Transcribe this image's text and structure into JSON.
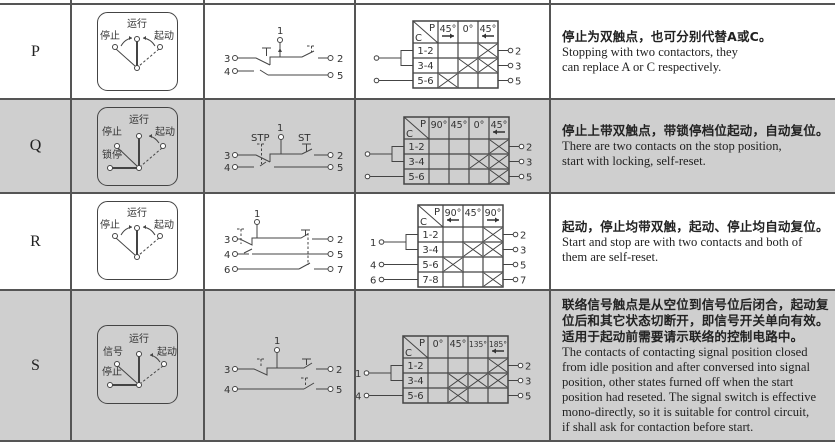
{
  "rows": [
    {
      "code": "P",
      "positions": {
        "top": "运行",
        "left": "停止",
        "right": "起动"
      },
      "circuit": {
        "t1": "1",
        "t2": "2",
        "t3": "3",
        "t4": "4",
        "t5": "5"
      },
      "contacts": {
        "corner_p": "P",
        "corner_c": "C",
        "columns": [
          {
            "label": "45°",
            "arrow": "right"
          },
          {
            "label": "0°",
            "arrow": ""
          },
          {
            "label": "45°",
            "arrow": "left"
          }
        ],
        "rows": [
          {
            "label": "1-2",
            "marks": [
              0,
              0,
              1
            ],
            "right": "2"
          },
          {
            "label": "3-4",
            "marks": [
              0,
              1,
              1
            ],
            "right": "3"
          },
          {
            "label": "5-6",
            "marks": [
              1,
              0,
              0
            ],
            "right": "5",
            "left": ""
          }
        ],
        "bracket_label": ""
      },
      "desc_cn": "停止为双触点，也可分别代替A或C。",
      "desc_en": [
        "Stopping with two contactors, they",
        "can replace A or C respectively."
      ]
    },
    {
      "code": "Q",
      "positions": {
        "top": "运行",
        "left": "停止",
        "right": "起动",
        "far_left": "锁停"
      },
      "circuit": {
        "t1": "1",
        "t2": "2",
        "t3": "3",
        "t4": "4",
        "t5": "5",
        "stp": "STP",
        "st": "ST"
      },
      "contacts": {
        "corner_p": "P",
        "corner_c": "C",
        "columns": [
          {
            "label": "90°",
            "arrow": ""
          },
          {
            "label": "45°",
            "arrow": ""
          },
          {
            "label": "0°",
            "arrow": ""
          },
          {
            "label": "45°",
            "arrow": "left"
          }
        ],
        "rows": [
          {
            "label": "1-2",
            "marks": [
              0,
              0,
              0,
              1
            ],
            "right": "2"
          },
          {
            "label": "3-4",
            "marks": [
              0,
              0,
              1,
              1
            ],
            "right": "3"
          },
          {
            "label": "5-6",
            "marks": [
              0,
              0,
              0,
              1
            ],
            "right": "5",
            "left": ""
          }
        ],
        "bracket_label": ""
      },
      "desc_cn": "停止上带双触点，带锁停档位起动，自动复位。",
      "desc_en": [
        "There are two contacts on the stop position,",
        "start with locking, self-reset."
      ]
    },
    {
      "code": "R",
      "positions": {
        "top": "运行",
        "left": "停止",
        "right": "起动"
      },
      "circuit": {
        "t1": "1",
        "t2": "2",
        "t3": "3",
        "t4": "4",
        "t5": "5",
        "t6": "6",
        "t7": "7"
      },
      "contacts": {
        "corner_p": "P",
        "corner_c": "C",
        "columns": [
          {
            "label": "90°",
            "arrow": "left"
          },
          {
            "label": "45°",
            "arrow": ""
          },
          {
            "label": "90°",
            "arrow": "right"
          }
        ],
        "rows": [
          {
            "label": "1-2",
            "marks": [
              0,
              0,
              1
            ],
            "right": "2"
          },
          {
            "label": "3-4",
            "marks": [
              0,
              1,
              1
            ],
            "right": "3"
          },
          {
            "label": "5-6",
            "marks": [
              1,
              0,
              0
            ],
            "right": "5",
            "left": "4"
          },
          {
            "label": "7-8",
            "marks": [
              0,
              0,
              1
            ],
            "right": "7",
            "left": "6"
          }
        ],
        "bracket_label": "1"
      },
      "desc_cn": "起动，停止均带双触，起动、停止均自动复位。",
      "desc_en": [
        "Start and stop are with two contacts and both of",
        "them are self-reset."
      ]
    },
    {
      "code": "S",
      "positions": {
        "top": "运行",
        "left": "信号",
        "right": "起动",
        "far_left": "停止"
      },
      "circuit": {
        "t1": "1",
        "t2": "2",
        "t3": "3",
        "t4": "4",
        "t5": "5"
      },
      "contacts": {
        "corner_p": "P",
        "corner_c": "C",
        "columns": [
          {
            "label": "0°",
            "arrow": ""
          },
          {
            "label": "45°",
            "arrow": ""
          },
          {
            "label": "135°",
            "arrow": ""
          },
          {
            "label": "185°",
            "arrow": "left"
          }
        ],
        "rows": [
          {
            "label": "1-2",
            "marks": [
              0,
              0,
              0,
              1
            ],
            "right": "2"
          },
          {
            "label": "3-4",
            "marks": [
              0,
              1,
              1,
              1
            ],
            "right": "3"
          },
          {
            "label": "5-6",
            "marks": [
              0,
              1,
              0,
              0
            ],
            "right": "5",
            "left": "4"
          }
        ],
        "bracket_label": "1"
      },
      "desc_cn": "联络信号触点是从空位到信号位后闭合，起动复位后和其它状态切断开，即信号开关单向有效。适用于起动前需要请示联络的控制电路中。",
      "desc_en": [
        "The contacts of contacting signal position closed",
        "from idle position and after conversed into signal",
        "position, other states furned off when the start",
        "position had reseted. The signal switch is effective",
        "mono-directly, so it is suitable for control circuit,",
        "if shall ask for contaction before start."
      ]
    }
  ]
}
